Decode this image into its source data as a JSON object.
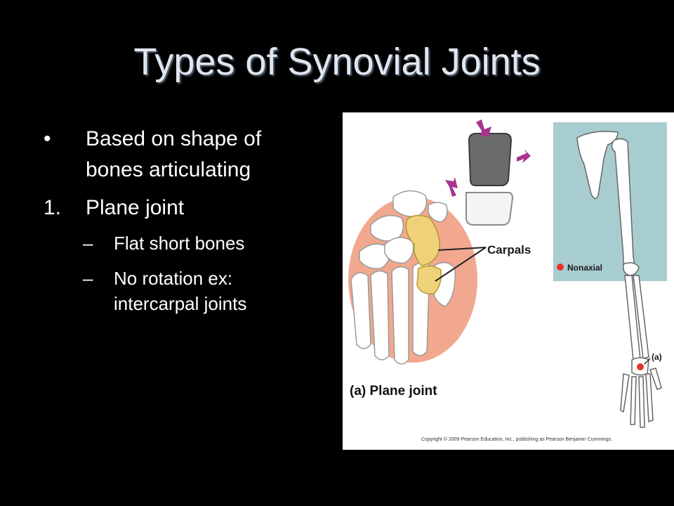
{
  "slide": {
    "title": "Types of Synovial Joints",
    "bullets": [
      {
        "marker": "•",
        "lines": [
          "Based on shape of",
          "bones articulating"
        ]
      },
      {
        "marker": "1.",
        "lines": [
          "Plane joint"
        ]
      },
      {
        "marker": "–",
        "lines": [
          "Flat short bones"
        ]
      },
      {
        "marker": "–",
        "lines": [
          "No rotation ex:",
          "intercarpal joints"
        ]
      }
    ]
  },
  "figure": {
    "carpals_label": "Carpals",
    "nonaxial_label": "Nonaxial",
    "a_marker": "(a)",
    "caption": "(a) Plane joint",
    "copyright": "Copyright © 2009 Pearson Education, Inc., publishing as Pearson Benjamin Cummings.",
    "colors": {
      "peach": "#f2a88e",
      "teal_panel": "#a8cdd1",
      "carpal_yellow": "#f0d27a",
      "arrow_purple": "#a9358f",
      "marker_red": "#e6322a"
    }
  }
}
